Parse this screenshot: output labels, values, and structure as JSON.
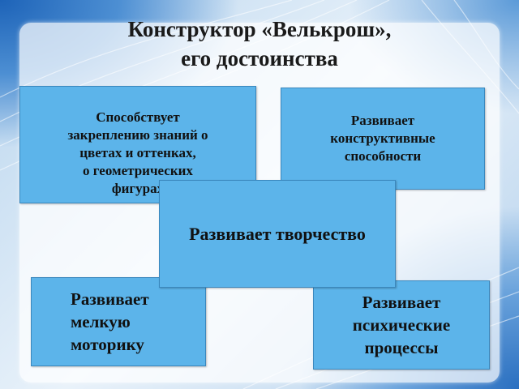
{
  "title": {
    "line1": "Конструктор «Велькрош»,",
    "line2": "его достоинства"
  },
  "boxes": [
    {
      "text": "Способствует\nзакреплению знаний о\nцветах  и оттенках,\nо геометрических\nфигурах"
    },
    {
      "text": "Развивает\nконструктивные\nспособности"
    },
    {
      "text": "Развивает творчество"
    },
    {
      "text": "Развивает\nмелкую\n  моторику"
    },
    {
      "text": "Развивает\nпсихические\nпроцессы"
    }
  ],
  "colors": {
    "box_fill": "#5cb4ea",
    "box_border": "#3a87bd",
    "background_accent": "#1d63b8"
  }
}
